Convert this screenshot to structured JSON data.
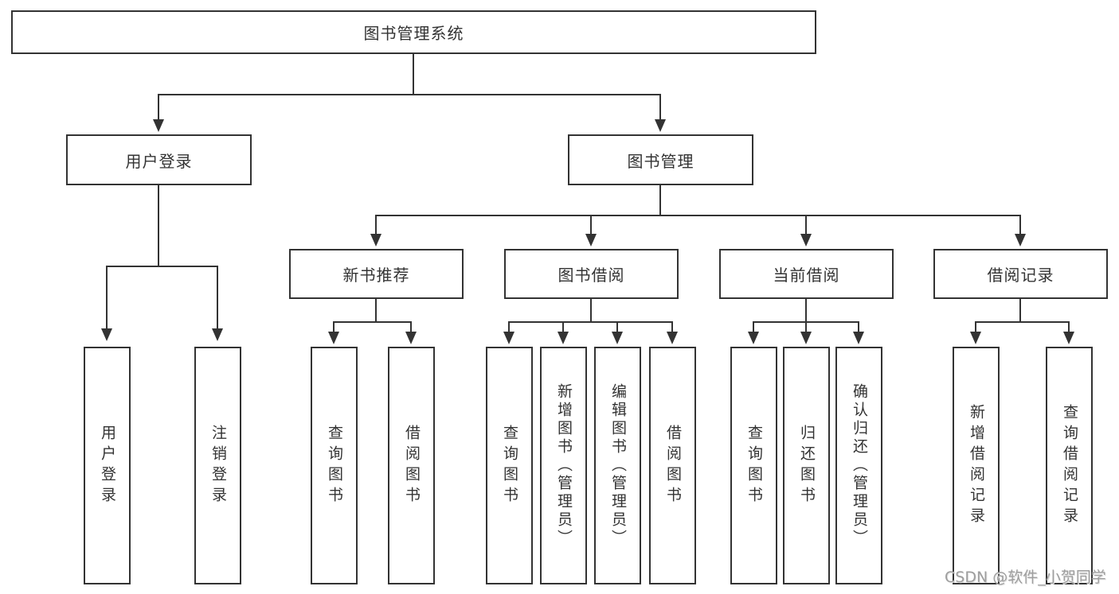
{
  "diagram": {
    "root": {
      "label": "图书管理系统"
    },
    "level2": [
      {
        "label": "用户登录"
      },
      {
        "label": "图书管理"
      }
    ],
    "level3": [
      {
        "label": "新书推荐"
      },
      {
        "label": "图书借阅"
      },
      {
        "label": "当前借阅"
      },
      {
        "label": "借阅记录"
      }
    ],
    "leaves": {
      "user_login": [
        {
          "label": "用户登录"
        },
        {
          "label": "注销登录"
        }
      ],
      "new_book": [
        {
          "label": "查询图书"
        },
        {
          "label": "借阅图书"
        }
      ],
      "book_borrow": [
        {
          "label": "查询图书"
        },
        {
          "label": "新增图书（管理员）"
        },
        {
          "label": "编辑图书（管理员）"
        },
        {
          "label": "借阅图书"
        }
      ],
      "current_borrow": [
        {
          "label": "查询图书"
        },
        {
          "label": "归还图书"
        },
        {
          "label": "确认归还（管理员）"
        }
      ],
      "borrow_records": [
        {
          "label": "新增借阅记录"
        },
        {
          "label": "查询借阅记录"
        }
      ]
    }
  },
  "watermark": {
    "text": "CSDN @软件_小贺同学"
  },
  "colors": {
    "line": "#333333",
    "node_border": "#333333",
    "text": "#333333",
    "watermark": "#9e9e9e",
    "background": "#ffffff"
  }
}
